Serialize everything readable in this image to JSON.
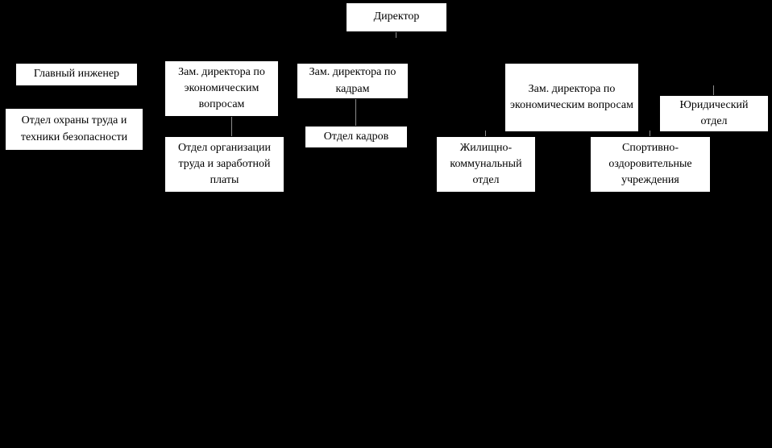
{
  "chart": {
    "type": "org-chart",
    "background_color": "#000000",
    "node_fill_color": "#ffffff",
    "node_text_color": "#000000",
    "nodes": {
      "director": {
        "label": "Директор"
      },
      "chief_engineer": {
        "label": "Главный инженер"
      },
      "labor_safety": {
        "label": "Отдел охраны труда и техники безопасности"
      },
      "deputy_econ": {
        "label": "Зам. директора по экономическим вопросам"
      },
      "labor_org": {
        "label": "Отдел организации труда и заработной платы"
      },
      "deputy_hr": {
        "label": "Зам. директора по кадрам"
      },
      "hr_dept": {
        "label": "Отдел кадров"
      },
      "deputy_econ2": {
        "label": "Зам. директора по экономическим вопросам"
      },
      "legal": {
        "label": "Юридический отдел"
      },
      "housing": {
        "label": "Жилищно-коммунальный отдел"
      },
      "sports": {
        "label": "Спортивно-оздоровительные учреждения"
      }
    },
    "edges": [
      {
        "from": "director",
        "to": "deputy_econ"
      },
      {
        "from": "director",
        "to": "deputy_hr"
      },
      {
        "from": "director",
        "to": "deputy_econ2"
      },
      {
        "from": "deputy_econ",
        "to": "labor_org"
      },
      {
        "from": "deputy_hr",
        "to": "hr_dept"
      },
      {
        "from": "deputy_econ2",
        "to": "legal"
      },
      {
        "from": "deputy_econ2",
        "to": "housing"
      },
      {
        "from": "deputy_econ2",
        "to": "sports"
      },
      {
        "from": "chief_engineer",
        "to": "labor_safety"
      }
    ]
  }
}
